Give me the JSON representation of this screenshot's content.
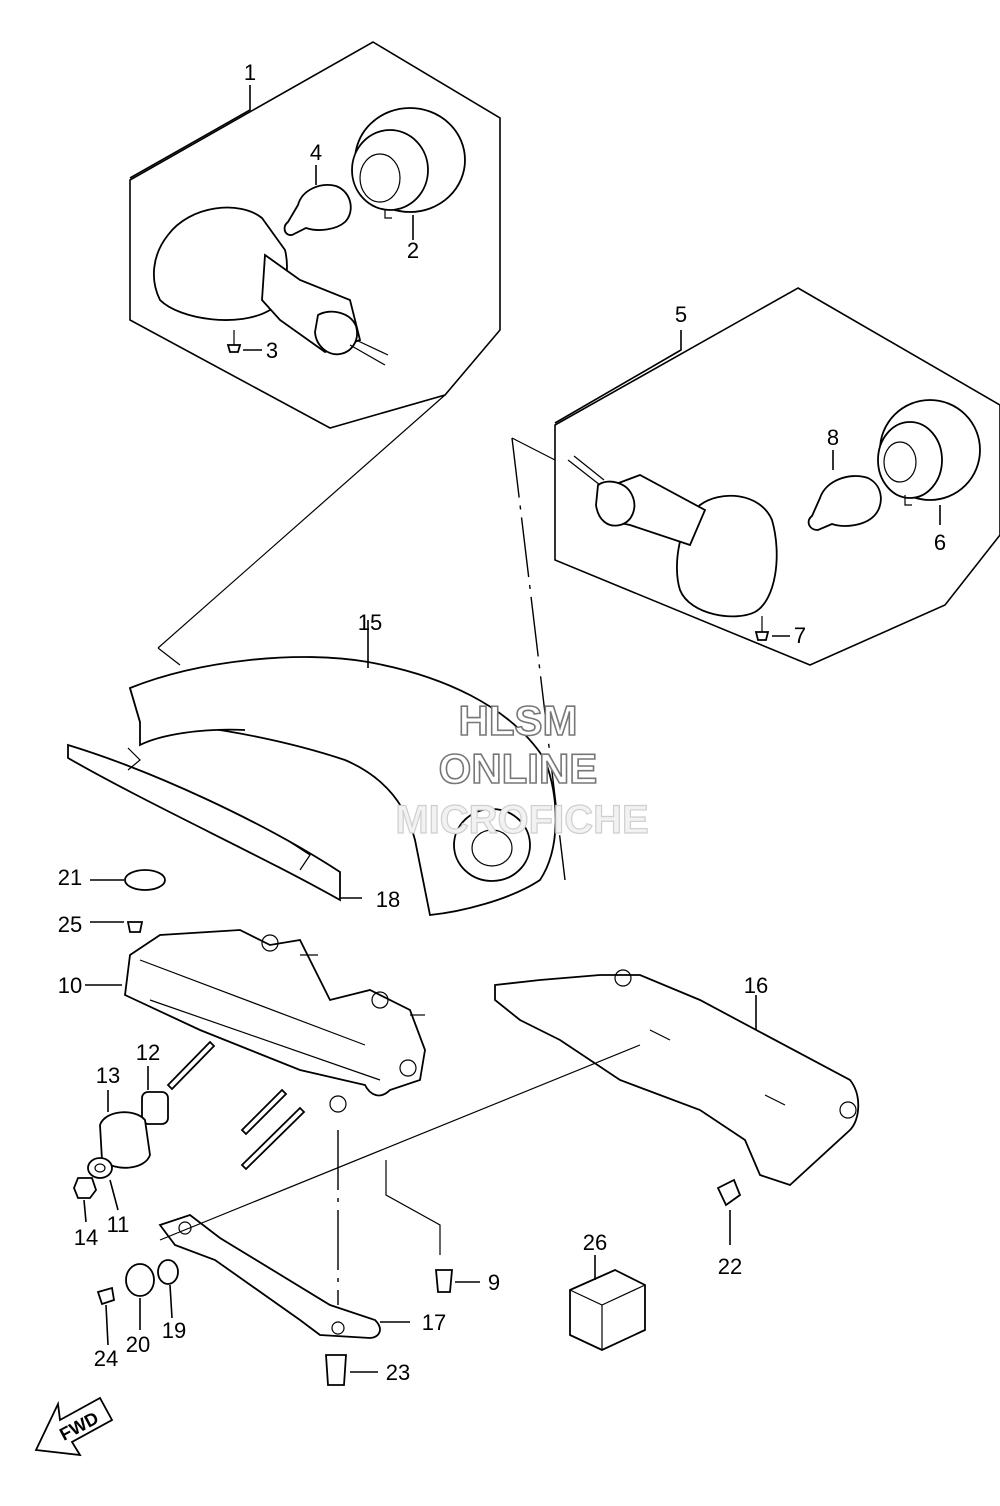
{
  "callouts": [
    "1",
    "2",
    "3",
    "4",
    "5",
    "6",
    "7",
    "8",
    "9",
    "10",
    "11",
    "12",
    "13",
    "14",
    "15",
    "16",
    "17",
    "18",
    "19",
    "20",
    "21",
    "22",
    "23",
    "24",
    "25",
    "26"
  ],
  "watermark": {
    "line1": "HLSM",
    "line2": "ONLINE",
    "line3": "MICROFICHE"
  },
  "direction_label": "FWD"
}
